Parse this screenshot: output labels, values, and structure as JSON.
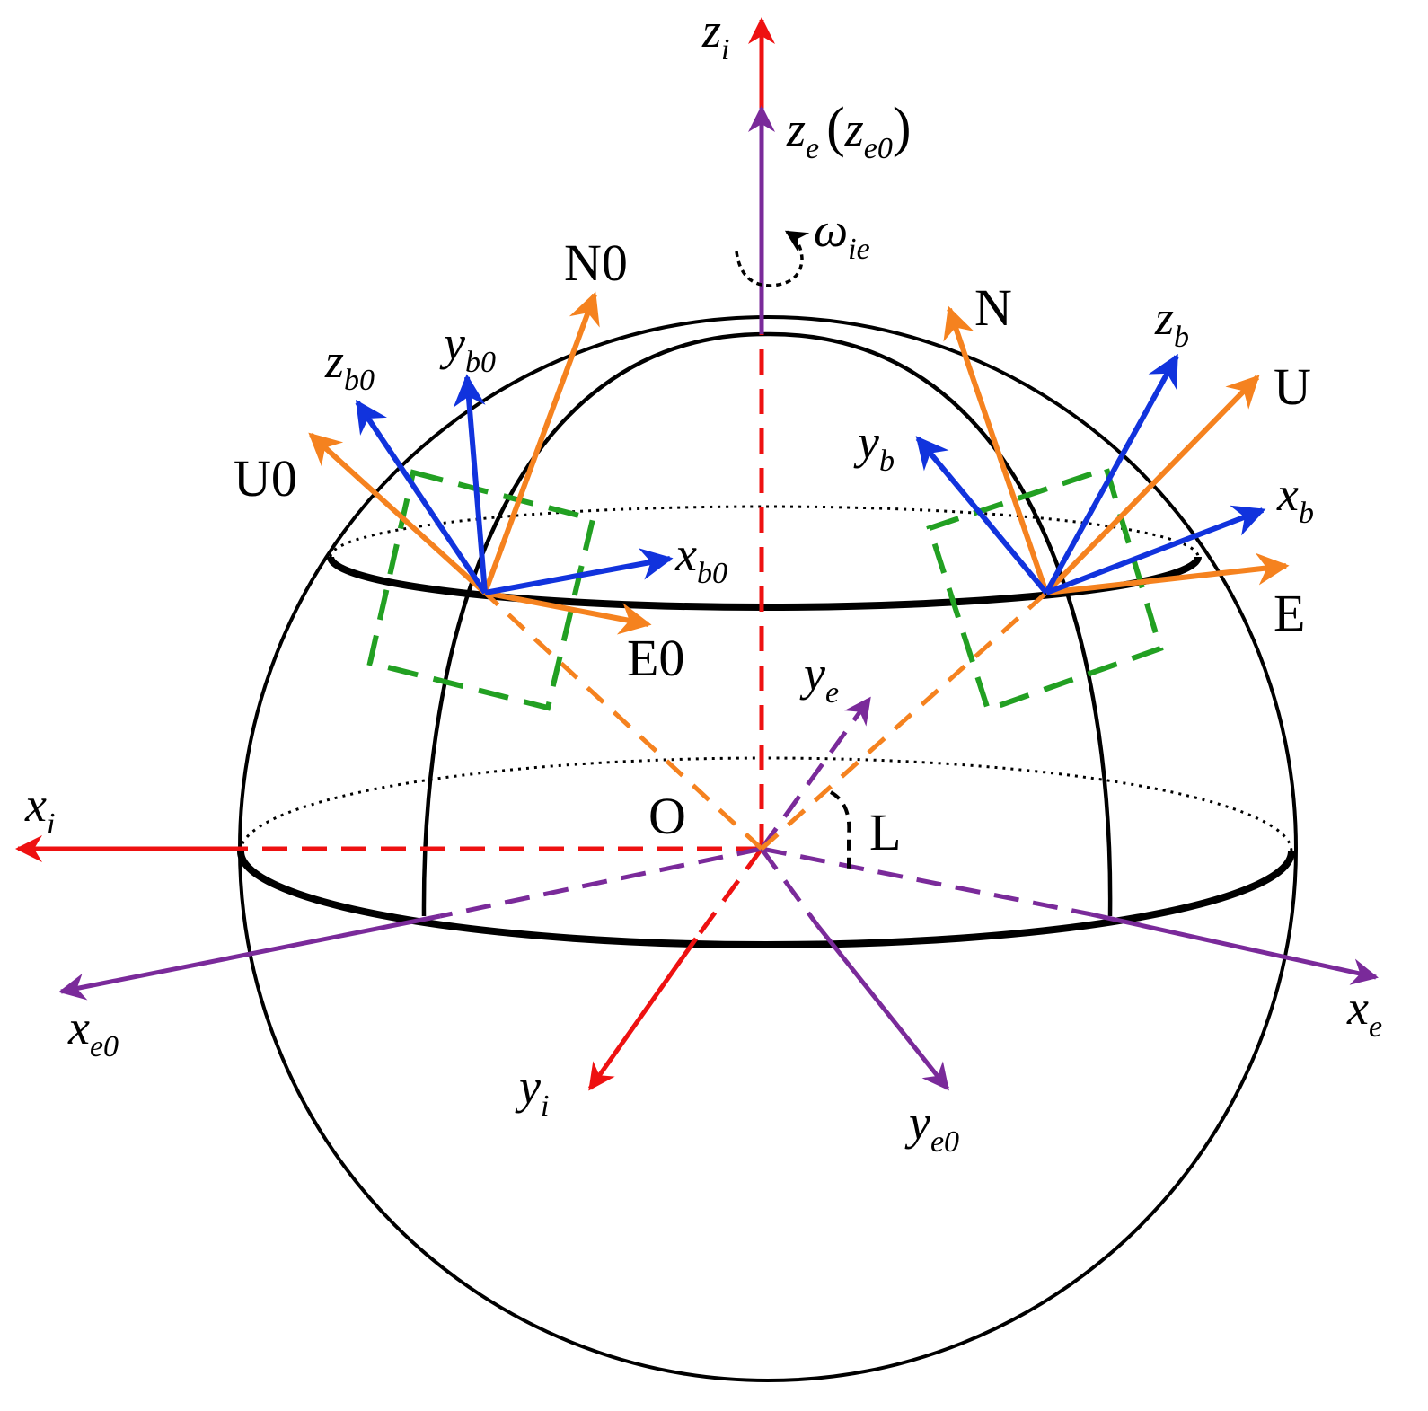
{
  "colors": {
    "inertial": "#ee1111",
    "earth": "#7a2a9a",
    "nav": "#f5821f",
    "body": "#1133dd",
    "frame": "#22a022",
    "line": "#000000"
  },
  "labels": {
    "zi": {
      "base": "z",
      "sub": "i"
    },
    "ze": {
      "base": "z",
      "sub": "e",
      "paren_base": "z",
      "paren_sub": "e0"
    },
    "omega": {
      "base": "ω",
      "sub": "ie"
    },
    "xi": {
      "base": "x",
      "sub": "i"
    },
    "yi": {
      "base": "y",
      "sub": "i"
    },
    "xe": {
      "base": "x",
      "sub": "e"
    },
    "ye": {
      "base": "y",
      "sub": "e"
    },
    "xe0": {
      "base": "x",
      "sub": "e0"
    },
    "ye0": {
      "base": "y",
      "sub": "e0"
    },
    "origin": "O",
    "latitude": "L",
    "N0": "N0",
    "U0": "U0",
    "E0": "E0",
    "N": "N",
    "U": "U",
    "E": "E",
    "zb0": {
      "base": "z",
      "sub": "b0"
    },
    "yb0": {
      "base": "y",
      "sub": "b0"
    },
    "xb0": {
      "base": "x",
      "sub": "b0"
    },
    "zb": {
      "base": "z",
      "sub": "b"
    },
    "yb": {
      "base": "y",
      "sub": "b"
    },
    "xb": {
      "base": "x",
      "sub": "b"
    }
  }
}
